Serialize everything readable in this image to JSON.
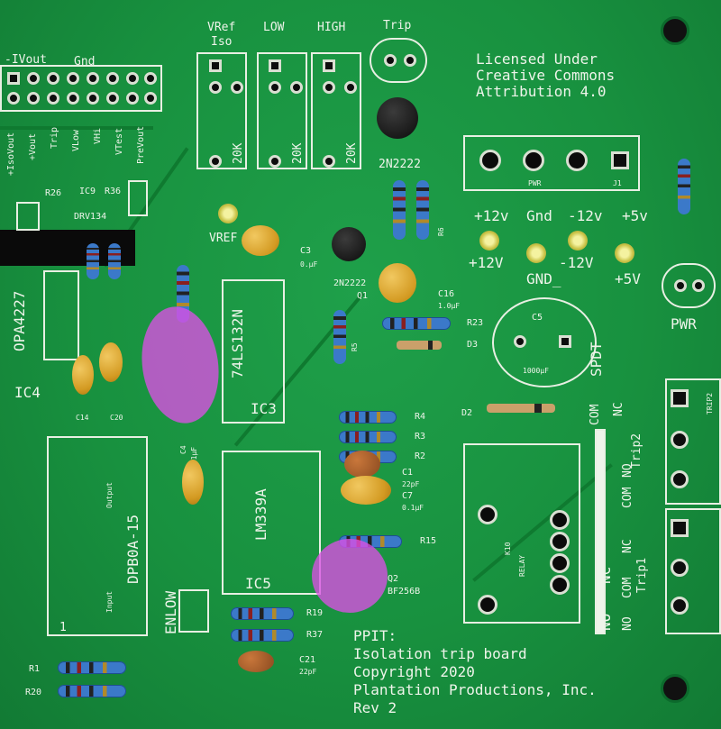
{
  "labels": {
    "iso_vout": "-IVout",
    "gnd": "Gnd",
    "isovout": "+IsoVout",
    "vout": "+Vout",
    "trip": "Trip",
    "vlow": "VLow",
    "vhi": "VHi",
    "vtest": "VTest",
    "prevout": "PreVout",
    "vref_iso_1": "VRef",
    "vref_iso_2": "Iso",
    "low": "LOW",
    "high": "HIGH",
    "trip_top": "Trip",
    "license_1": "Licensed Under",
    "license_2": "Creative Commons",
    "license_3": "Attribution 4.0",
    "r20k_1": "20K",
    "r20k_2": "20K",
    "r20k_3": "20K",
    "q_2n2222_a": "2N2222",
    "q_2n2222_b": "2N2222",
    "pwr_conn": "PWR",
    "j1": "J1",
    "r26": "R26",
    "ic9": "IC9",
    "r36": "R36",
    "drv134": "DRV134",
    "vref": "VREF",
    "c3": "C3",
    "c3_val": "0.µF",
    "plus12v_top": "+12v",
    "gnd_top": "Gnd",
    "minus12v_top": "-12v",
    "plus5v_top": "+5v",
    "plus12v": "+12V",
    "minus12v": "-12V",
    "gnd_": "GND_",
    "plus5v": "+5V",
    "pwr": "PWR",
    "opa4227": "OPA4227",
    "ic_74ls132n": "74LS132N",
    "q1": "Q1",
    "c16": "C16",
    "c16_val": "1.0µF",
    "r23": "R23",
    "d3": "D3",
    "c5": "C5",
    "c5_val": "1000µF",
    "r5": "R5",
    "r6": "R6",
    "ic4": "IC4",
    "c14": "C14",
    "c20": "C20",
    "ic3": "IC3",
    "d2": "D2",
    "com_top": "COM",
    "nc_top": "NC",
    "spdt": "SPDT",
    "trip2": "Trip2",
    "trip2_conn": "TRIP2",
    "r4": "R4",
    "r3": "R3",
    "r2": "R2",
    "c1": "C1",
    "c1_val": "22pF",
    "c7": "C7",
    "c7_val": "0.1µF",
    "c4": "C4",
    "c4_val": "0.1µF",
    "lm339a": "LM339A",
    "dpb": "DPB0A-15",
    "output": "Output",
    "input": "Input",
    "r15": "R15",
    "q2": "Q2",
    "bf256b": "BF256B",
    "ic5": "IC5",
    "k10": "K10",
    "relay": "RELAY",
    "no_1": "NO",
    "com_1": "COM",
    "nc_1": "NC",
    "no_2": "NO",
    "nc_2": "NC",
    "com_2": "COM",
    "trip1": "Trip1",
    "r19": "R19",
    "r37": "R37",
    "c21": "C21",
    "c21_val": "22pF",
    "enlow": "ENLOW",
    "r1": "R1",
    "r20": "R20",
    "title_1": "PPIT:",
    "title_2": "Isolation trip board",
    "title_3": "Copyright 2020",
    "title_4": "Plantation Productions, Inc.",
    "title_5": "Rev 2",
    "pin1": "1"
  },
  "colors": {
    "board": "#18913f",
    "silkscreen": "#eef4ea",
    "highlight": "#dc50e6",
    "resistor": "#3b79c9",
    "capacitor": "#d39a22"
  }
}
